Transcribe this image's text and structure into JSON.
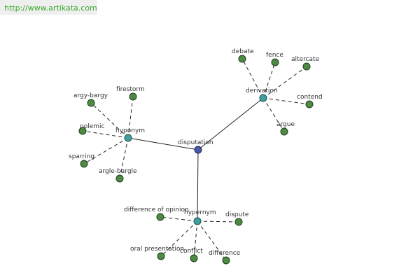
{
  "site_url": "http://www.artikata.com",
  "graph": {
    "root": "disputation",
    "relations": [
      {
        "name": "hyponym",
        "leaves": [
          "argy-bargy",
          "firestorm",
          "polemic",
          "sparring",
          "argle-bargle"
        ]
      },
      {
        "name": "derivation",
        "leaves": [
          "debate",
          "fence",
          "altercate",
          "contend",
          "argue"
        ]
      },
      {
        "name": "hypernym",
        "leaves": [
          "difference of opinion",
          "dispute",
          "oral presentation",
          "conflict",
          "difference"
        ]
      }
    ]
  },
  "colors": {
    "root_node": "#4a5aa8",
    "relation_node": "#3f9f9c",
    "leaf_node": "#4e8a44",
    "banner_text": "#37a82c",
    "banner_bg": "#efefef"
  }
}
